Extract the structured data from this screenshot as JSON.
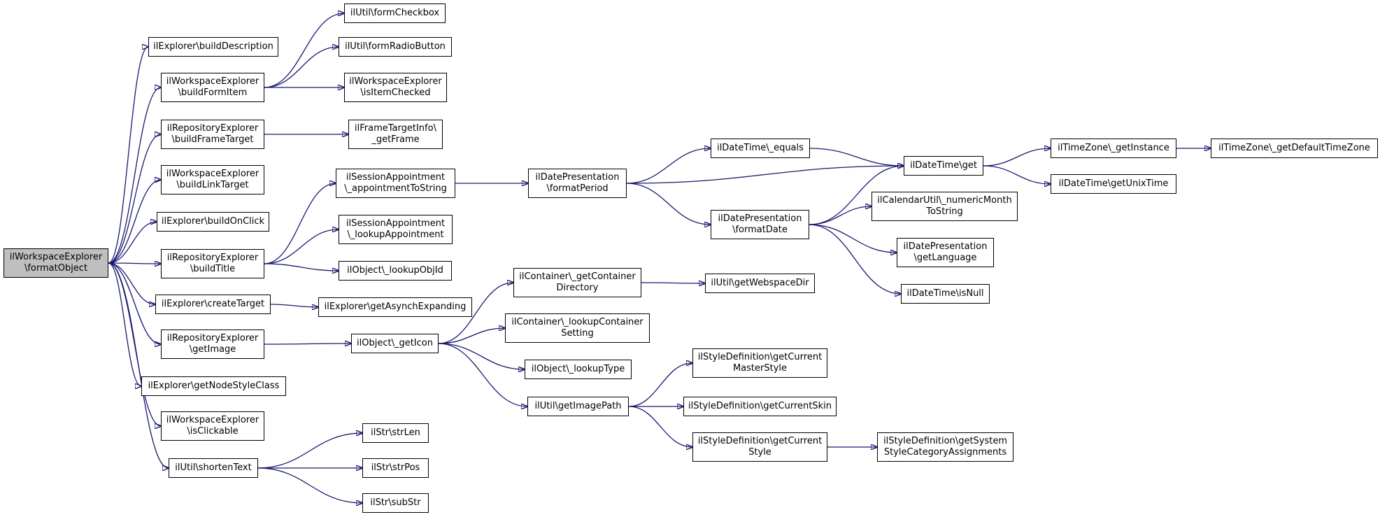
{
  "colors": {
    "edge": "#191970",
    "root_fill": "#bfbfbf",
    "node_fill": "#ffffff"
  },
  "nodes": {
    "root": {
      "lines": [
        "ilWorkspaceExplorer",
        "\\formatObject"
      ]
    },
    "buildDescription": {
      "lines": [
        "ilExplorer\\buildDescription"
      ]
    },
    "buildFormItem": {
      "lines": [
        "ilWorkspaceExplorer",
        "\\buildFormItem"
      ]
    },
    "buildFrameTarget": {
      "lines": [
        "ilRepositoryExplorer",
        "\\buildFrameTarget"
      ]
    },
    "buildLinkTarget": {
      "lines": [
        "ilWorkspaceExplorer",
        "\\buildLinkTarget"
      ]
    },
    "buildOnClick": {
      "lines": [
        "ilExplorer\\buildOnClick"
      ]
    },
    "buildTitle": {
      "lines": [
        "ilRepositoryExplorer",
        "\\buildTitle"
      ]
    },
    "createTarget": {
      "lines": [
        "ilExplorer\\createTarget"
      ]
    },
    "getImage": {
      "lines": [
        "ilRepositoryExplorer",
        "\\getImage"
      ]
    },
    "getNodeStyleClass": {
      "lines": [
        "ilExplorer\\getNodeStyleClass"
      ]
    },
    "isClickable": {
      "lines": [
        "ilWorkspaceExplorer",
        "\\isClickable"
      ]
    },
    "shortenText": {
      "lines": [
        "ilUtil\\shortenText"
      ]
    },
    "formCheckbox": {
      "lines": [
        "ilUtil\\formCheckbox"
      ]
    },
    "formRadioButton": {
      "lines": [
        "ilUtil\\formRadioButton"
      ]
    },
    "isItemChecked": {
      "lines": [
        "ilWorkspaceExplorer",
        "\\isItemChecked"
      ]
    },
    "getFrame": {
      "lines": [
        "ilFrameTargetInfo\\",
        "_getFrame"
      ]
    },
    "appointmentToString": {
      "lines": [
        "ilSessionAppointment",
        "\\_appointmentToString"
      ]
    },
    "lookupAppointment": {
      "lines": [
        "ilSessionAppointment",
        "\\_lookupAppointment"
      ]
    },
    "lookupObjId": {
      "lines": [
        "ilObject\\_lookupObjId"
      ]
    },
    "getAsynchExpanding": {
      "lines": [
        "ilExplorer\\getAsynchExpanding"
      ]
    },
    "getIcon": {
      "lines": [
        "ilObject\\_getIcon"
      ]
    },
    "strLen": {
      "lines": [
        "ilStr\\strLen"
      ]
    },
    "strPos": {
      "lines": [
        "ilStr\\strPos"
      ]
    },
    "subStr": {
      "lines": [
        "ilStr\\subStr"
      ]
    },
    "formatPeriod": {
      "lines": [
        "ilDatePresentation",
        "\\formatPeriod"
      ]
    },
    "getContainerDirectory": {
      "lines": [
        "ilContainer\\_getContainer",
        "Directory"
      ]
    },
    "lookupContainerSetting": {
      "lines": [
        "ilContainer\\_lookupContainer",
        "Setting"
      ]
    },
    "lookupType": {
      "lines": [
        "ilObject\\_lookupType"
      ]
    },
    "getImagePath": {
      "lines": [
        "ilUtil\\getImagePath"
      ]
    },
    "dtEquals": {
      "lines": [
        "ilDateTime\\_equals"
      ]
    },
    "formatDate": {
      "lines": [
        "ilDatePresentation",
        "\\formatDate"
      ]
    },
    "getWebspaceDir": {
      "lines": [
        "ilUtil\\getWebspaceDir"
      ]
    },
    "getCurrentMasterStyle": {
      "lines": [
        "ilStyleDefinition\\getCurrent",
        "MasterStyle"
      ]
    },
    "getCurrentSkin": {
      "lines": [
        "ilStyleDefinition\\getCurrentSkin"
      ]
    },
    "getCurrentStyle": {
      "lines": [
        "ilStyleDefinition\\getCurrent",
        "Style"
      ]
    },
    "dtGet": {
      "lines": [
        "ilDateTime\\get"
      ]
    },
    "numericMonthToString": {
      "lines": [
        "ilCalendarUtil\\_numericMonth",
        "ToString"
      ]
    },
    "getLanguage": {
      "lines": [
        "ilDatePresentation",
        "\\getLanguage"
      ]
    },
    "isNull": {
      "lines": [
        "ilDateTime\\isNull"
      ]
    },
    "getSystemStyleCategoryAssignments": {
      "lines": [
        "ilStyleDefinition\\getSystem",
        "StyleCategoryAssignments"
      ]
    },
    "getInstance": {
      "lines": [
        "ilTimeZone\\_getInstance"
      ]
    },
    "getUnixTime": {
      "lines": [
        "ilDateTime\\getUnixTime"
      ]
    },
    "getDefaultTimeZone": {
      "lines": [
        "ilTimeZone\\_getDefaultTimeZone"
      ]
    }
  }
}
